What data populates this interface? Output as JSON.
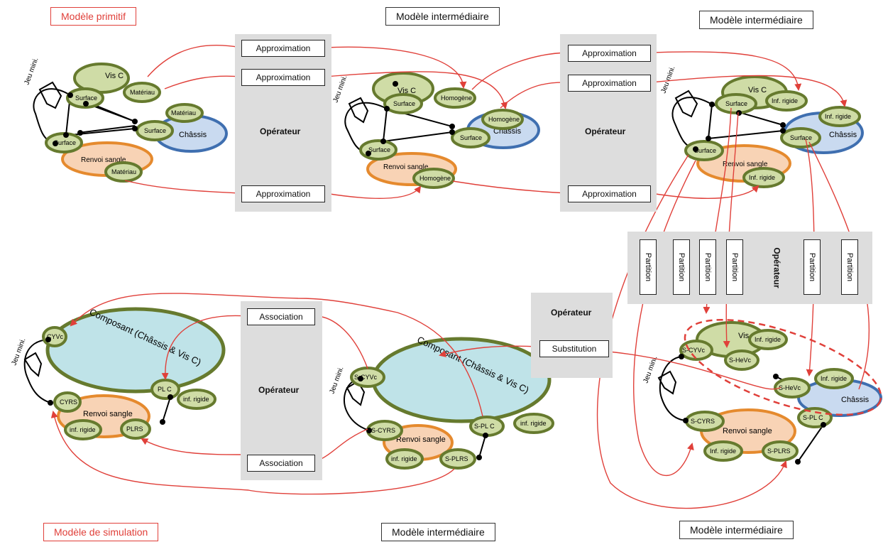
{
  "titles": {
    "primitif": "Modèle primitif",
    "inter_top_mid": "Modèle intermédiaire",
    "inter_top_right": "Modèle intermédiaire",
    "simulation": "Modèle de simulation",
    "inter_bottom_mid": "Modèle intermédiaire",
    "inter_bottom_right": "Modèle intermédiaire"
  },
  "operator": "Opérateur",
  "ops": {
    "approximation": "Approximation",
    "association": "Association",
    "substitution": "Substitution",
    "partition": "Partition"
  },
  "labels": {
    "jeu_mini": "Jeu mini.",
    "vis_c": "Vis C",
    "chassis": "Châssis",
    "renvoi": "Renvoi sangle",
    "surface": "Surface",
    "materiau": "Matériau",
    "homogene": "Homogène",
    "inf_rigide_cap": "Inf. rigide",
    "inf_rigide": "inf. rigide",
    "composant": "Composant (Châssis & Vis C)",
    "cyvc": "CYVc",
    "cyrs": "CYRS",
    "plc": "PL C",
    "plrs": "PLRS",
    "s_cyvc": "S-CYVc",
    "s_cyrs": "S-CYRS",
    "s_plc": "S-PL C",
    "s_plrs": "S-PLRS",
    "s_hevc": "S-HeVc"
  },
  "colors": {
    "title_red": "#e0403a",
    "arrow": "#e0403a",
    "node_fill": "#cfdca6",
    "node_stroke": "#667a2e",
    "vis_fill": "#cfdca6",
    "chassis_fill": "#c9daf0",
    "chassis_stroke": "#3f6fb0",
    "renvoi_fill": "#f8d3b5",
    "renvoi_stroke": "#e58a2e",
    "composant_fill": "#bfe3e8",
    "operator_bg": "#dddddd"
  }
}
